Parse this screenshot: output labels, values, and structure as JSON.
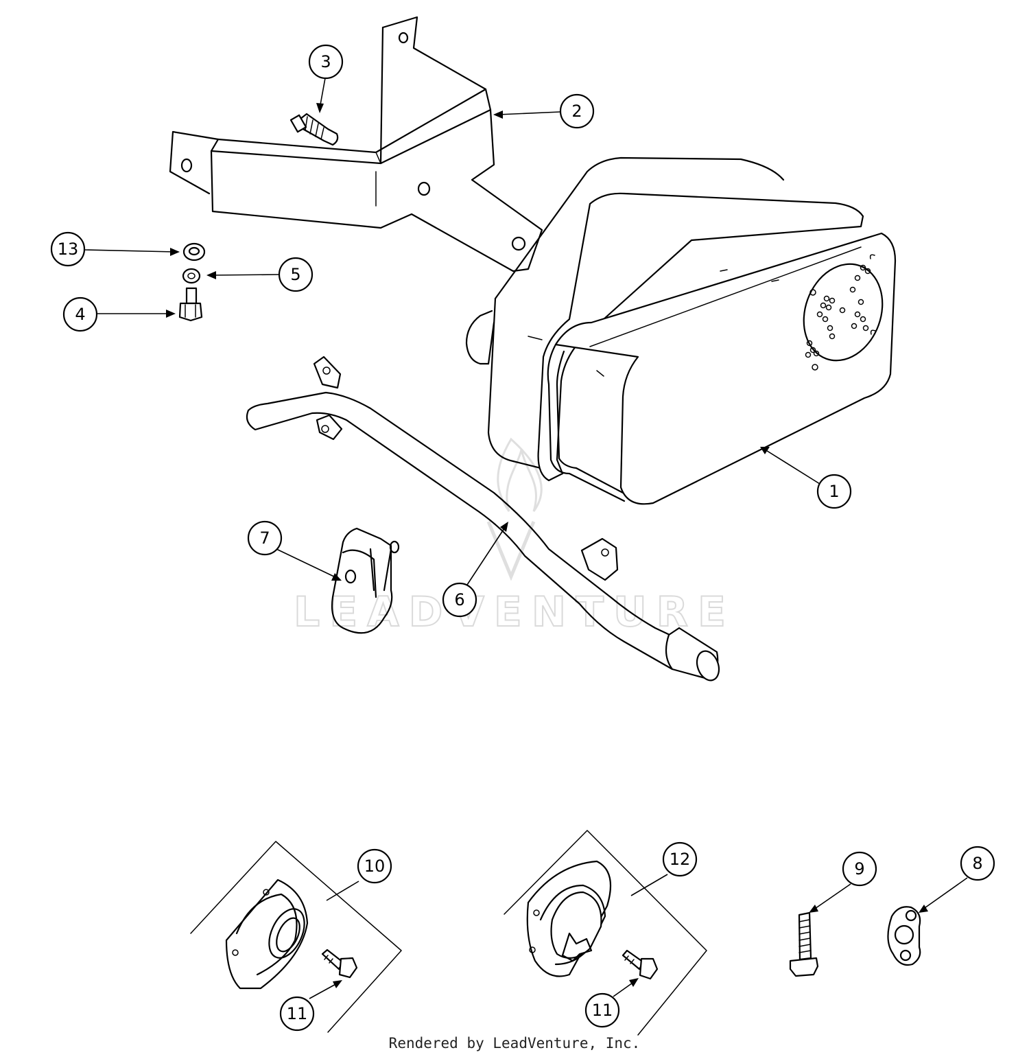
{
  "diagram": {
    "callouts": [
      {
        "id": "c1",
        "label": "1"
      },
      {
        "id": "c2",
        "label": "2"
      },
      {
        "id": "c3",
        "label": "3"
      },
      {
        "id": "c4",
        "label": "4"
      },
      {
        "id": "c5",
        "label": "5"
      },
      {
        "id": "c6",
        "label": "6"
      },
      {
        "id": "c7",
        "label": "7"
      },
      {
        "id": "c8",
        "label": "8"
      },
      {
        "id": "c9",
        "label": "9"
      },
      {
        "id": "c10",
        "label": "10"
      },
      {
        "id": "c11a",
        "label": "11"
      },
      {
        "id": "c11b",
        "label": "11"
      },
      {
        "id": "c12",
        "label": "12"
      },
      {
        "id": "c13",
        "label": "13"
      }
    ],
    "watermark": "LEADVENTURE"
  },
  "footer": {
    "credit": "Rendered by LeadVenture, Inc."
  }
}
